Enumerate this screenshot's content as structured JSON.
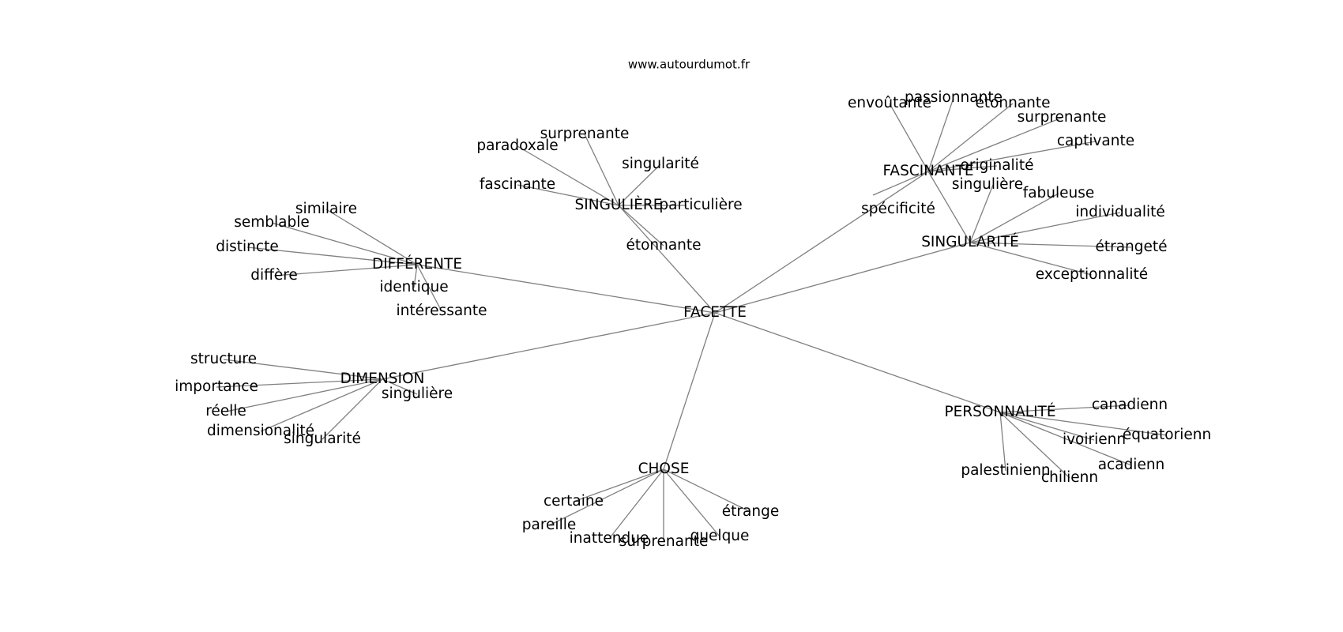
{
  "source": "www.autourdumot.fr",
  "center": "FACETTE",
  "line_color": "#808080",
  "groups": [
    {
      "label": "SINGULIÈRE",
      "words": [
        "surprenante",
        "paradoxale",
        "singularité",
        "fascinante",
        "particulière",
        "étonnante"
      ]
    },
    {
      "label": "FASCINANTE",
      "words": [
        "envoûtante",
        "passionnante",
        "étonnante",
        "surprenante",
        "captivante",
        "originalité",
        "spécificité"
      ]
    },
    {
      "label": "SINGULARITÉ",
      "words": [
        "singulière",
        "fabuleuse",
        "individualité",
        "étrangeté",
        "exceptionnalité"
      ]
    },
    {
      "label": "DIFFÉRENTE",
      "words": [
        "similaire",
        "semblable",
        "distincte",
        "diffère",
        "identique",
        "intéressante"
      ]
    },
    {
      "label": "DIMENSION",
      "words": [
        "structure",
        "importance",
        "réelle",
        "dimensionalité",
        "singularité",
        "singulière"
      ]
    },
    {
      "label": "PERSONNALITÉ",
      "words": [
        "canadienn",
        "équatorienn",
        "ivoirienn",
        "acadienn",
        "chilienn",
        "palestinienn"
      ]
    },
    {
      "label": "CHOSE",
      "words": [
        "certaine",
        "pareille",
        "inattendue",
        "surprenante",
        "quelque",
        "étrange"
      ]
    }
  ]
}
